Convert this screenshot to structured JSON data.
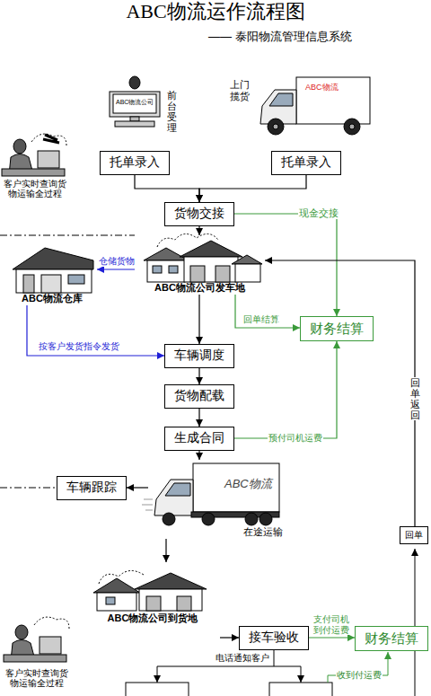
{
  "diagram": {
    "title": "ABC物流运作流程图",
    "nodes": [
      {
        "text": [
          "托单录入"
        ]
      },
      {
        "text": [
          "托单录入"
        ]
      },
      {
        "text": [
          "货物交接"
        ]
      },
      {
        "text": [
          "ABC物流公司发车地"
        ]
      },
      {
        "text": [
          "ABC物流仓库"
        ]
      },
      {
        "text": [
          "财务结算"
        ]
      },
      {
        "text": [
          "车辆调度"
        ]
      },
      {
        "text": [
          "货物配载"
        ]
      },
      {
        "text": [
          "生成合同"
        ]
      },
      {
        "text": [
          "车辆跟踪"
        ]
      },
      {
        "text": [
          "在途运输"
        ]
      },
      {
        "text": [
          "ABC物流公司到货地"
        ]
      },
      {
        "text": [
          "接车验收"
        ]
      },
      {
        "text": [
          "财务结算"
        ]
      },
      {
        "text": [
          "回单"
        ]
      }
    ],
    "edges": [
      {
        "from": 0,
        "to": 2,
        "arrow": "to"
      },
      {
        "from": 1,
        "to": 2,
        "arrow": "to"
      },
      {
        "from": 2,
        "to": 5,
        "label": "现金交接",
        "arrow": "to"
      },
      {
        "from": 2,
        "to": 3,
        "arrow": "to"
      },
      {
        "from": 3,
        "to": 4,
        "label": "仓储货物",
        "arrow": "to"
      },
      {
        "from": 4,
        "to": 6,
        "label": "按客户发货指令发货",
        "arrow": "to"
      },
      {
        "from": 3,
        "to": 6,
        "arrow": "to"
      },
      {
        "from": 3,
        "to": 5,
        "label": "回单结算",
        "arrow": "to"
      },
      {
        "from": 6,
        "to": 7,
        "arrow": "to"
      },
      {
        "from": 7,
        "to": 8,
        "arrow": "to"
      },
      {
        "from": 8,
        "to": 5,
        "label": "预付司机运费",
        "arrow": "to"
      },
      {
        "from": 8,
        "to": 10,
        "arrow": "to"
      },
      {
        "from": 10,
        "to": 9,
        "arrow": "to"
      },
      {
        "from": 10,
        "to": 11,
        "arrow": "to"
      },
      {
        "from": 11,
        "to": 12,
        "arrow": "to"
      },
      {
        "from": 12,
        "to": 13,
        "label": "支付司机到付运费",
        "arrow": "to"
      },
      {
        "from": 14,
        "to": 3,
        "label": "回单返回",
        "arrow": "to"
      }
    ],
    "labels": [
      "—— 泰阳物流管理信息系统",
      "前台受理",
      "ABC物流公司",
      "上门揽货",
      "ABC物流",
      "客户实时查询货物运输全过程",
      "ABC物流",
      "电话通知客户",
      "收到付运费",
      "客户实时查询货物运输全过程"
    ]
  }
}
